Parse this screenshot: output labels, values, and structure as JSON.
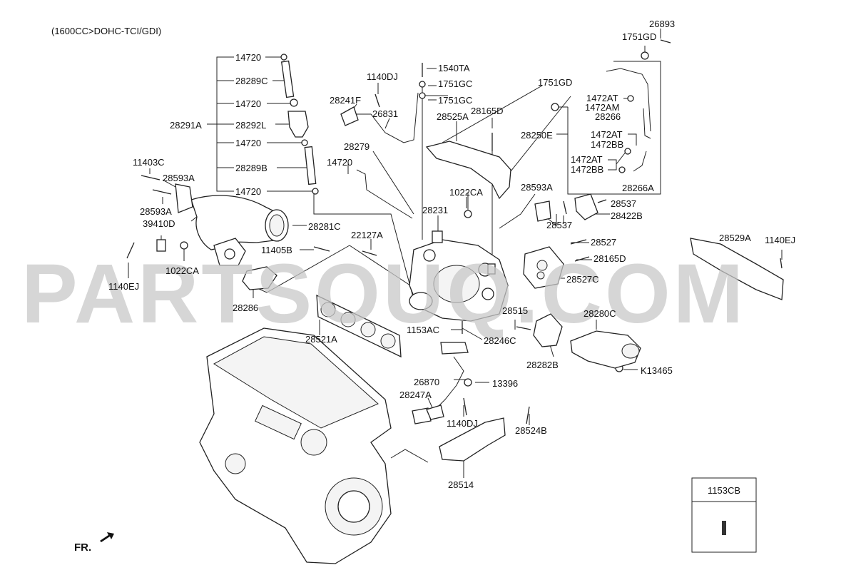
{
  "header": {
    "spec": "(1600CC>DOHC-TCI/GDI)"
  },
  "watermark": "PARTSOUQ.COM",
  "direction_label": "FR.",
  "inset": {
    "title": "1153CB"
  },
  "labels": [
    "26893",
    "1751GD",
    "14720",
    "28289C",
    "1540TA",
    "1140DJ",
    "1751GC",
    "1751GC",
    "14720",
    "28241F",
    "26831",
    "28525A",
    "28165D",
    "1751GD",
    "1472AT",
    "1472AM",
    "28266",
    "28291A",
    "28292L",
    "28250E",
    "1472AT",
    "1472BB",
    "14720",
    "28279",
    "1472AT",
    "1472BB",
    "11403C",
    "14720",
    "28289B",
    "28593A",
    "14720",
    "1022CA",
    "28593A",
    "28266A",
    "28537",
    "28593A",
    "28231",
    "28422B",
    "39410D",
    "28281C",
    "28537",
    "22127A",
    "28529A",
    "1140EJ",
    "11405B",
    "28527",
    "1022CA",
    "28165D",
    "1140EJ",
    "28527C",
    "28286",
    "28515",
    "28280C",
    "28521A",
    "1153AC",
    "28246C",
    "28282B",
    "K13465",
    "26870",
    "13396",
    "28247A",
    "1140DJ",
    "28524B",
    "28514"
  ]
}
